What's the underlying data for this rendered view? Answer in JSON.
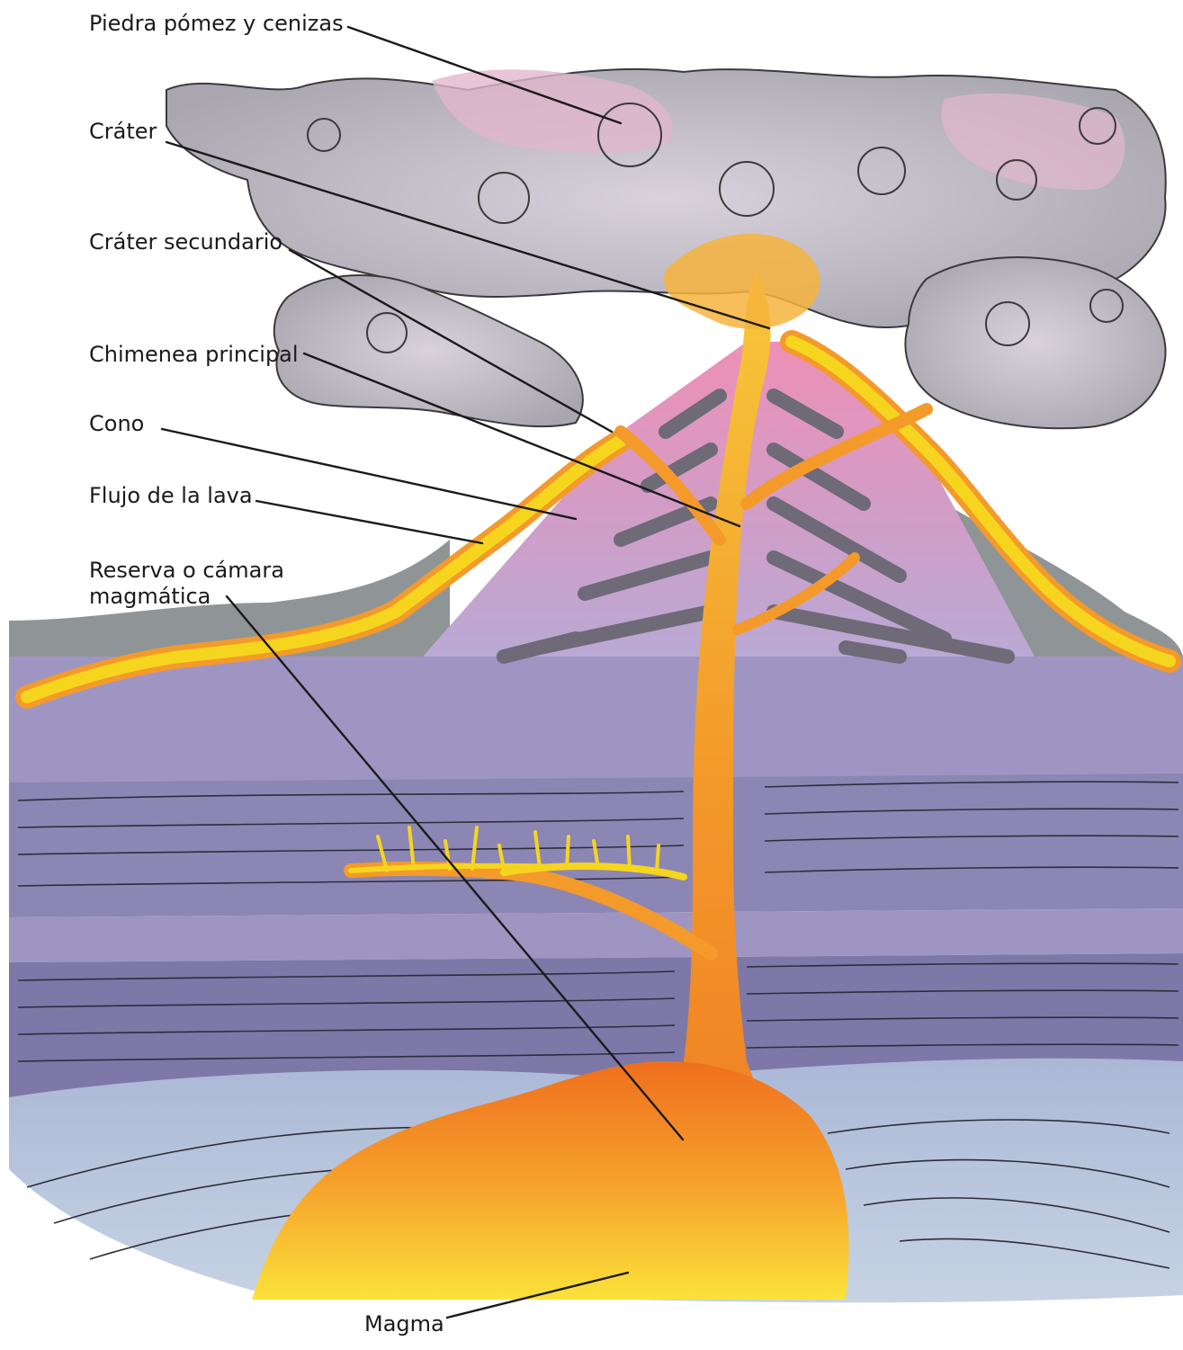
{
  "labels": {
    "pumice": "Piedra pómez y cenizas",
    "crater": "Cráter",
    "secondary_crater": "Cráter secundario",
    "main_vent": "Chimenea principal",
    "cone": "Cono",
    "lava_flow": "Flujo de la lava",
    "chamber_line1": "Reserva o cámara",
    "chamber_line2": "magmática",
    "magma": "Magma"
  },
  "colors": {
    "ash_cloud": "#b9b6bd",
    "ash_pink": "#e3b6cc",
    "cone_pink": "#ee9fc0",
    "cone_stripe": "#6e6a78",
    "lava_yellow": "#f6d51f",
    "lava_orange": "#f39a2b",
    "magma_red": "#ef6f1e",
    "ground_grey": "#8f9596",
    "strata_purple": "#9f95c2",
    "strata_dark": "#7d78a8",
    "bedrock_blue": "#aebfd6",
    "ink": "#1a1a1a"
  }
}
